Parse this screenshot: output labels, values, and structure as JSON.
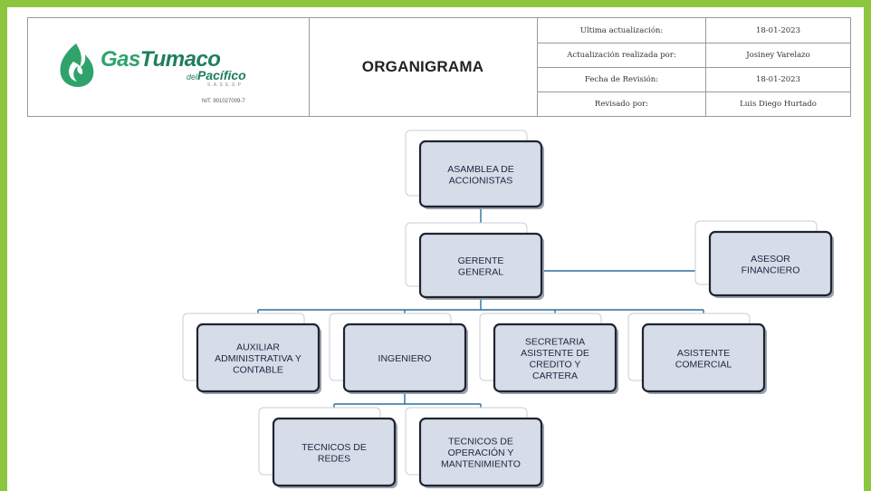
{
  "header": {
    "logo": {
      "brand_gas": "Gas",
      "brand_tumaco": "Tumaco",
      "brand_del": "del",
      "brand_pacifico": "Pacífico",
      "brand_tag": "S.A.S E.S.P",
      "nit": "NIT. 901027009-7",
      "brand_color": "#1e7f5a"
    },
    "title": "ORGANIGRAMA",
    "meta": [
      {
        "label": "Ultima actualización:",
        "value": "18-01-2023"
      },
      {
        "label": "Actualización realizada por:",
        "value": "Josiney Varelazo"
      },
      {
        "label": "Fecha de Revisión:",
        "value": "18-01-2023"
      },
      {
        "label": "Revisado por:",
        "value": "Luis Diego Hurtado"
      }
    ]
  },
  "org": {
    "colors": {
      "frame": "#8cc63f",
      "node_fill": "#d6dde8",
      "node_border": "#1f2430",
      "connector": "#2e6f9c"
    },
    "nodes": [
      {
        "id": "asamblea",
        "lines": [
          "ASAMBLEA DE",
          "ACCIONISTAS"
        ]
      },
      {
        "id": "gerente",
        "lines": [
          "GERENTE",
          "GENERAL"
        ]
      },
      {
        "id": "asesor",
        "lines": [
          "ASESOR",
          "FINANCIERO"
        ]
      },
      {
        "id": "auxiliar",
        "lines": [
          "AUXILIAR",
          "ADMINISTRATIVA Y",
          "CONTABLE"
        ]
      },
      {
        "id": "ingeniero",
        "lines": [
          "INGENIERO"
        ]
      },
      {
        "id": "secretaria",
        "lines": [
          "SECRETARIA",
          "ASISTENTE DE",
          "CREDITO Y",
          "CARTERA"
        ]
      },
      {
        "id": "asistente",
        "lines": [
          "ASISTENTE",
          "COMERCIAL"
        ]
      },
      {
        "id": "tecnicos-redes",
        "lines": [
          "TECNICOS DE",
          "REDES"
        ]
      },
      {
        "id": "tecnicos-operacion",
        "lines": [
          "TECNICOS DE",
          "OPERACIÓN Y",
          "MANTENIMIENTO"
        ]
      }
    ],
    "edges": [
      [
        "asamblea",
        "gerente"
      ],
      [
        "gerente",
        "asesor"
      ],
      [
        "gerente",
        "auxiliar"
      ],
      [
        "gerente",
        "ingeniero"
      ],
      [
        "gerente",
        "secretaria"
      ],
      [
        "gerente",
        "asistente"
      ],
      [
        "ingeniero",
        "tecnicos-redes"
      ],
      [
        "ingeniero",
        "tecnicos-operacion"
      ]
    ]
  }
}
